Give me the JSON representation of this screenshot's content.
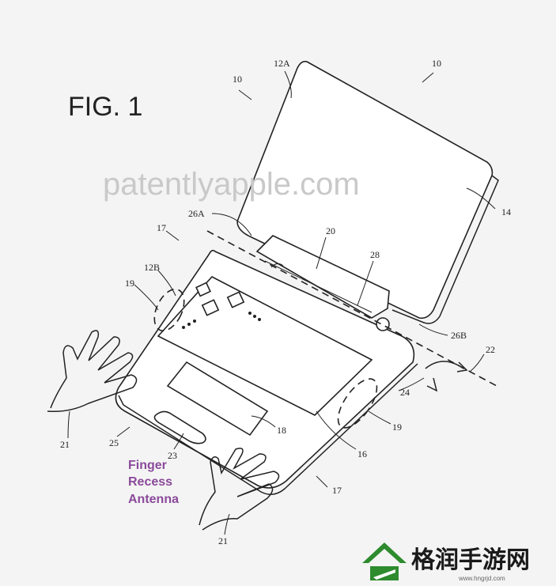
{
  "figure_title": "FIG. 1",
  "watermark": "patentlyapple.com",
  "caption_lines": [
    "Finger",
    "Recess",
    "Antenna"
  ],
  "labels": {
    "l10a": "10",
    "l10b": "10",
    "l12A": "12A",
    "l14": "14",
    "l26A": "26A",
    "l20": "20",
    "l28": "28",
    "l17a": "17",
    "l12B": "12B",
    "l19a": "19",
    "l26B": "26B",
    "l22": "22",
    "l24": "24",
    "l21a": "21",
    "l25": "25",
    "l18": "18",
    "l19b": "19",
    "l23": "23",
    "l16": "16",
    "l17b": "17",
    "l21b": "21"
  },
  "brand": {
    "name": "格润手游网",
    "url": "www.hngrjd.com",
    "accent": "#2e8b2e"
  },
  "colors": {
    "caption": "#8a4a9a",
    "watermark": "#c9c9c9",
    "line": "#222222"
  }
}
